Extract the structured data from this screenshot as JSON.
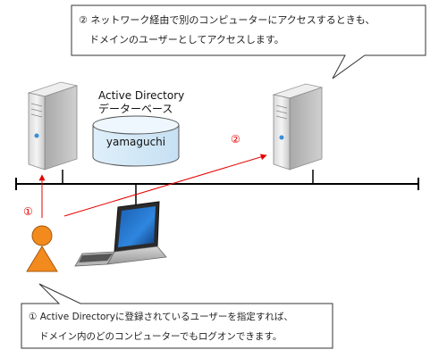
{
  "callout_top": {
    "line1": "② ネットワーク経由で別のコンピューターにアクセスするときも、",
    "line2": "ドメインのユーザーとしてアクセスします。"
  },
  "callout_bottom": {
    "line1": "① Active Directoryに登録されているユーザーを指定すれば、",
    "line2": "ドメイン内のどのコンピューターでもログオンできます。"
  },
  "ad_server": {
    "label_line1": "Active Directory",
    "label_line2": "データーベース",
    "db_entry": "yamaguchi"
  },
  "step_markers": {
    "step1": "①",
    "step2": "②"
  },
  "colors": {
    "arrow": "#e60000",
    "person": "#f28a1e",
    "network_line": "#000000"
  }
}
